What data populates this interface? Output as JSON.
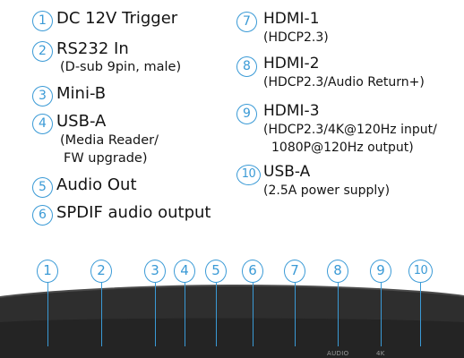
{
  "legend": [
    {
      "num": "1",
      "title": "DC 12V Trigger",
      "sub": []
    },
    {
      "num": "2",
      "title": "RS232 In",
      "sub": [
        "(D-sub 9pin, male)"
      ]
    },
    {
      "num": "3",
      "title": "Mini-B",
      "sub": []
    },
    {
      "num": "4",
      "title": "USB-A",
      "sub": [
        "(Media Reader/",
        "FW upgrade)"
      ]
    },
    {
      "num": "5",
      "title": "Audio Out",
      "sub": []
    },
    {
      "num": "6",
      "title": "SPDIF audio output",
      "sub": []
    },
    {
      "num": "7",
      "title": "HDMI-1",
      "sub": [
        "(HDCP2.3)"
      ]
    },
    {
      "num": "8",
      "title": "HDMI-2",
      "sub": [
        "(HDCP2.3/Audio Return+)"
      ]
    },
    {
      "num": "9",
      "title": "HDMI-3",
      "sub": [
        "(HDCP2.3/4K@120Hz input/",
        "1080P@120Hz output)"
      ]
    },
    {
      "num": "10",
      "title": "USB-A",
      "sub": [
        "(2.5A power supply)"
      ]
    }
  ],
  "ports": [
    "1",
    "2",
    "3",
    "4",
    "5",
    "6",
    "7",
    "8",
    "9",
    "10"
  ],
  "device_labels": {
    "audio": "AUDIO",
    "k4": "4K"
  },
  "colors": {
    "accent": "#3a9ad6",
    "device": "#2b2b2b",
    "text": "#141414"
  }
}
